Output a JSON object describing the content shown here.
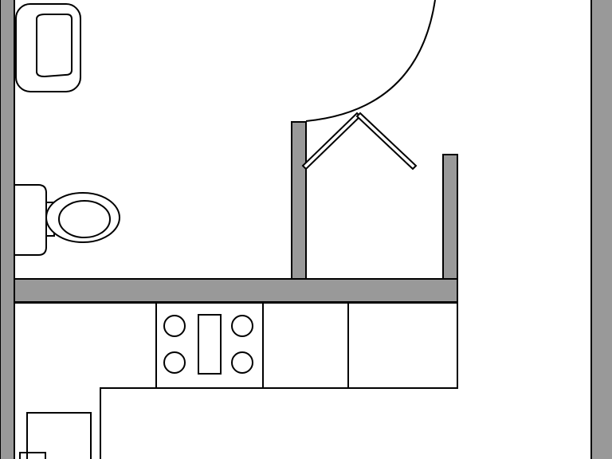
{
  "diagram": {
    "type": "floor-plan",
    "colors": {
      "background": "#ffffff",
      "wall_fill": "#999999",
      "outline": "#000000"
    },
    "rooms": [
      "bathroom",
      "closet",
      "kitchen"
    ],
    "fixtures": {
      "bathroom": [
        "bathtub-icon",
        "toilet-icon"
      ],
      "closet": [
        "bifold-door-icon"
      ],
      "kitchen": [
        "stove-icon",
        "countertop-cabinet",
        "sink-counter"
      ]
    },
    "stove_burner_count": 4
  }
}
